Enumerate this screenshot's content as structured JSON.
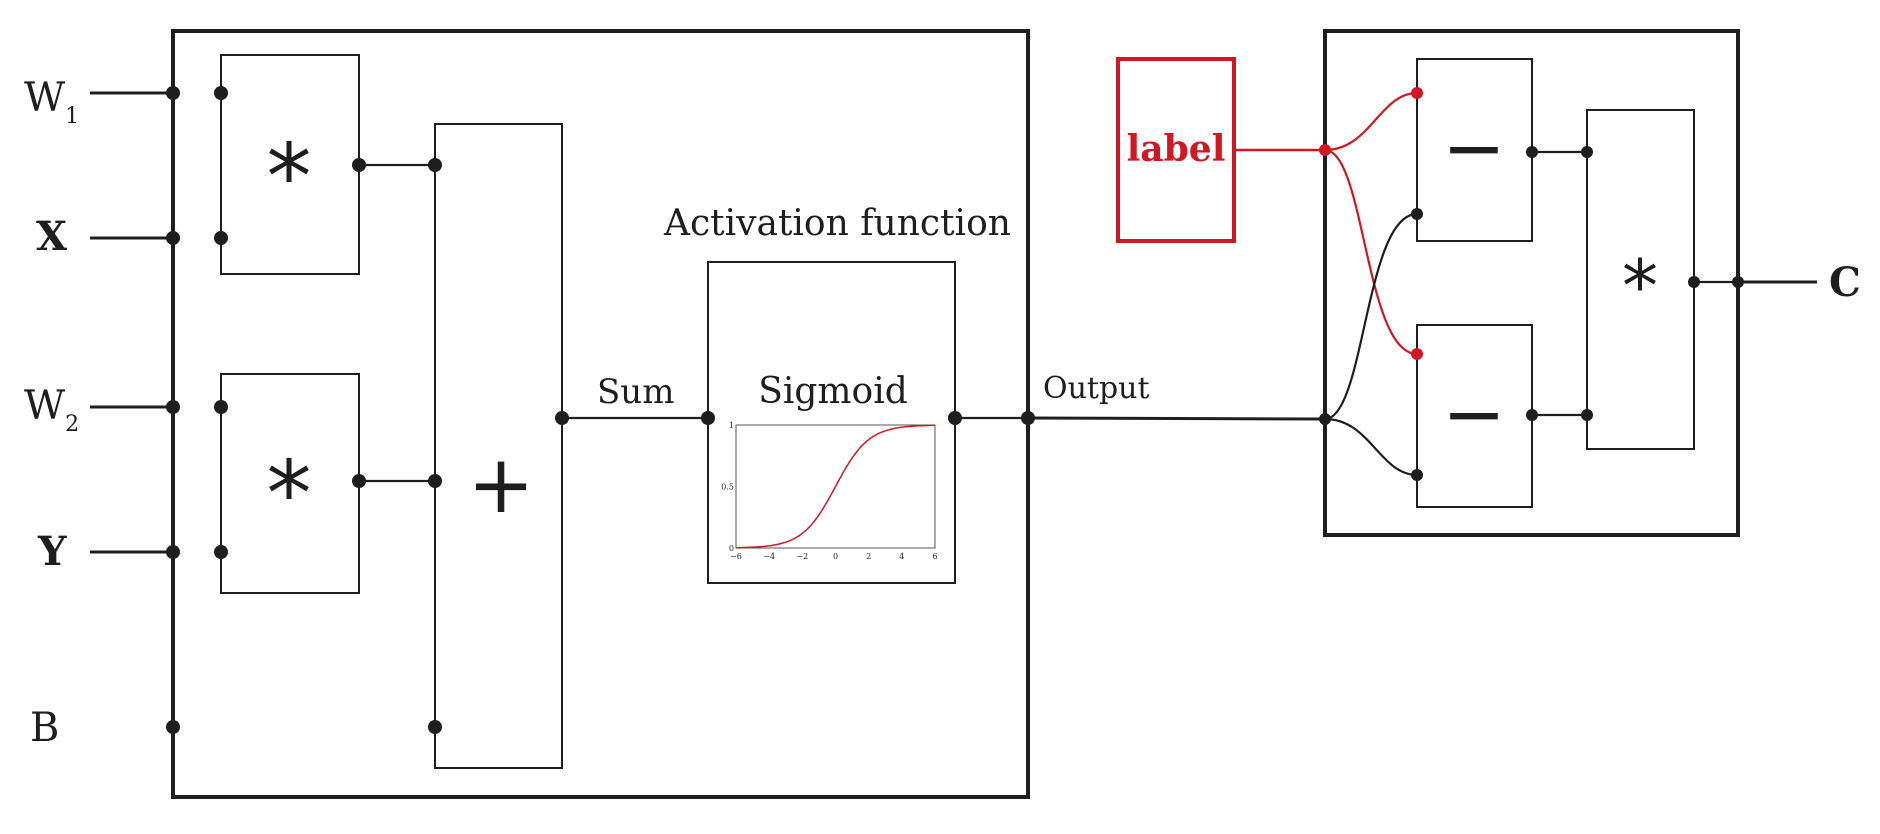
{
  "inputs": {
    "w1": {
      "base": "W",
      "sub": "1"
    },
    "x": "X",
    "w2": {
      "base": "W",
      "sub": "2"
    },
    "y": "Y",
    "b": "B"
  },
  "operators": {
    "multiply_1": "*",
    "multiply_2": "*",
    "add": "+",
    "subtract_1": "−",
    "subtract_2": "−",
    "multiply_3": "*"
  },
  "labels": {
    "sum": "Sum",
    "activation_function": "Activation function",
    "sigmoid": "Sigmoid",
    "output": "Output",
    "label": "label",
    "cost": "C"
  },
  "colors": {
    "wire": "#1e1e1e",
    "label_accent": "#d01722"
  },
  "sigmoid_plot": {
    "x_ticks": [
      "−6",
      "−4",
      "−2",
      "0",
      "2",
      "4",
      "6"
    ],
    "y_ticks": [
      "0",
      "0.5",
      "1"
    ],
    "xlim": [
      -6,
      6
    ],
    "ylim": [
      0,
      1
    ]
  }
}
